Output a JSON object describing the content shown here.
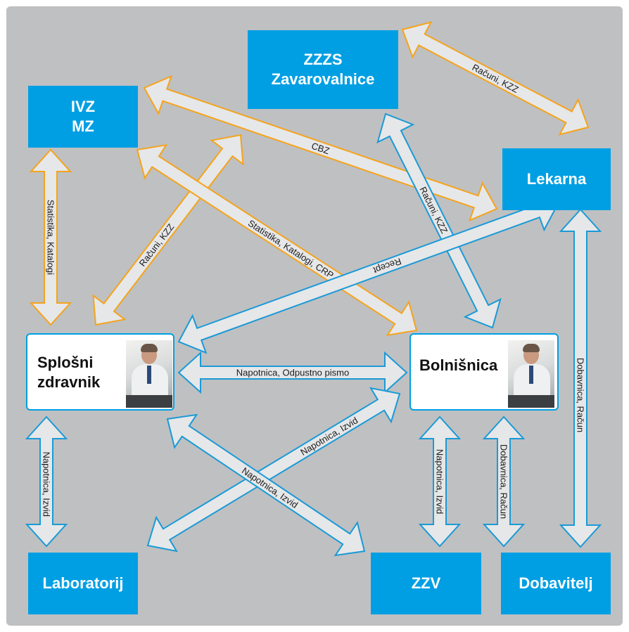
{
  "nodes": {
    "zzzs": [
      "ZZZS",
      "Zavarovalnice"
    ],
    "ivz": [
      "IVZ",
      "MZ"
    ],
    "lekarna": [
      "Lekarna"
    ],
    "splosni": [
      "Splošni",
      "zdravnik"
    ],
    "bolnisnica": [
      "Bolnišnica"
    ],
    "laboratorij": [
      "Laboratorij"
    ],
    "zzv": [
      "ZZV"
    ],
    "dobavitelj": [
      "Dobavitelj"
    ]
  },
  "edges": {
    "zzzs_lekarna": "Računi, KZZ",
    "ivz_lekarna": "CBZ",
    "ivz_splosni": "Statistika, Katalogi",
    "splosni_zzzs": "Računi, KZZ",
    "ivz_bolnisnica": "Statistika, Katalogi, CRP",
    "zzzs_bolnisnica": "Računi, KZZ",
    "lekarna_splosni": "Recept",
    "lekarna_dobavitelj": "Dobavnica, Račun",
    "splosni_bolnisnica": "Napotnica, Odpustno pismo",
    "splosni_laboratorij": "Napotnica, Izvid",
    "laboratorij_bolnisnica": "Napotnica, Izvid",
    "splosni_zzv": "Napotnica, Izvid",
    "bolnisnica_zzv": "Napotnica, Izvid",
    "bolnisnica_dobavitelj": "Dobavnica, Račun"
  },
  "colors": {
    "background": "#bfc0c2",
    "box": "#009fe3",
    "arrow_fill": "#e6e7e9",
    "arrow_stroke_orange": "#f4a41c",
    "arrow_stroke_blue": "#1a9ad6"
  }
}
